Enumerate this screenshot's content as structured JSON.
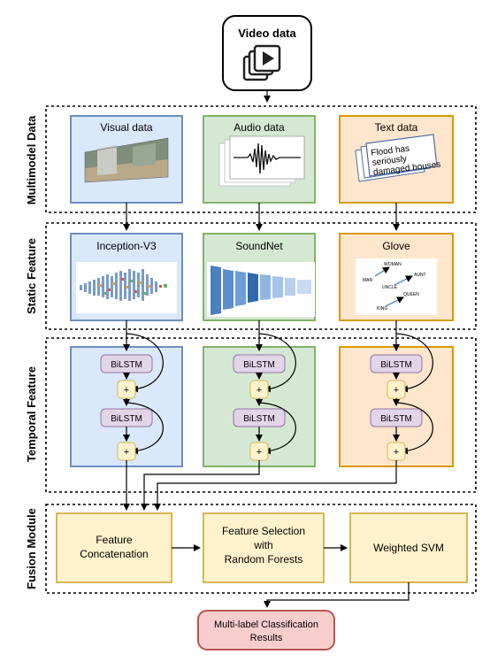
{
  "video": {
    "title": "Video data",
    "icon": "video-play-icon"
  },
  "sections": {
    "multimodel": "Multimodel Data",
    "static": "Static Feature",
    "temporal": "Temporal Feature",
    "fusion": "Fusion Module"
  },
  "data_boxes": {
    "visual": "Visual data",
    "audio": "Audio data",
    "text": "Text data"
  },
  "text_card": {
    "line1": "Flood has",
    "line2": "seriously",
    "line3": "damaged houses"
  },
  "feature_boxes": {
    "visual": "Inception-V3",
    "audio": "SoundNet",
    "text": "Glove"
  },
  "glove_words": {
    "man": "MAN",
    "woman": "WOMAN",
    "uncle": "UNCLE",
    "aunt": "AUNT",
    "queen": "QUEEN",
    "king": "KING"
  },
  "temporal": {
    "bilstm": "BiLSTM",
    "plus": "+"
  },
  "fusion": {
    "concat_line1": "Feature",
    "concat_line2": "Concatenation",
    "select_line1": "Feature Selection",
    "select_line2": "with",
    "select_line3": "Random Forests",
    "svm": "Weighted SVM"
  },
  "result": {
    "line1": "Multi-label Classification",
    "line2": "Results"
  },
  "colors": {
    "visual_fill": "#dae8fc",
    "visual_stroke": "#6c8ebf",
    "audio_fill": "#d5e8d4",
    "audio_stroke": "#82b366",
    "text_fill": "#ffe6cc",
    "text_stroke": "#d79b00",
    "fusion_fill": "#fff2cc",
    "fusion_stroke": "#d6b656",
    "bilstm_fill": "#e1d5e7",
    "bilstm_stroke": "#9673a6",
    "result_fill": "#f8cecc",
    "result_stroke": "#b85450"
  }
}
